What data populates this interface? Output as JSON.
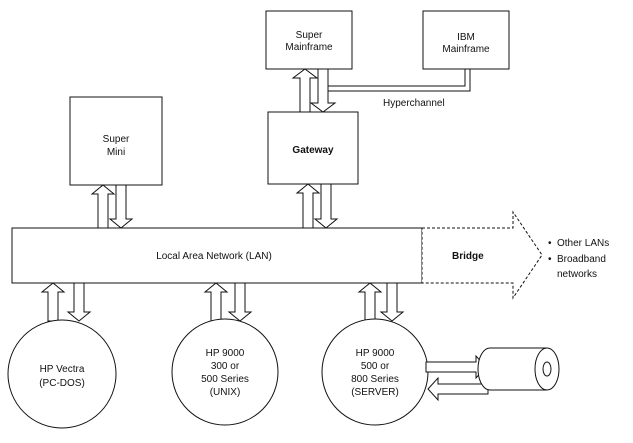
{
  "nodes": {
    "super_mainframe": [
      "Super",
      "Mainframe"
    ],
    "ibm_mainframe": [
      "IBM",
      "Mainframe"
    ],
    "super_mini": [
      "Super",
      "Mini"
    ],
    "gateway": "Gateway",
    "lan": "Local Area Network (LAN)",
    "bridge": "Bridge",
    "hp_vectra": [
      "HP Vectra",
      "(PC-DOS)"
    ],
    "hp_9000_unix": [
      "HP 9000",
      "300 or",
      "500 Series",
      "(UNIX)"
    ],
    "hp_9000_server": [
      "HP 9000",
      "500 or",
      "800 Series",
      "(SERVER)"
    ]
  },
  "labels": {
    "hyperchannel": "Hyperchannel",
    "external_bullet": "•",
    "external_1": "Other LANs",
    "external_2a": "Broadband",
    "external_2b": "networks"
  }
}
